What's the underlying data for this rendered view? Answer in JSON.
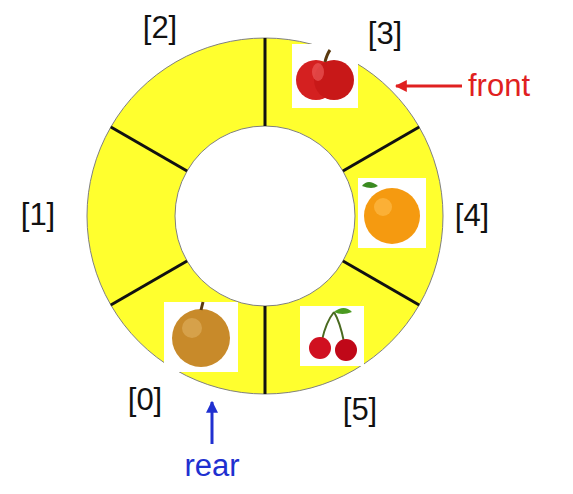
{
  "diagram": {
    "labels": [
      "[2]",
      "[3]",
      "front",
      "[1]",
      "[4]",
      "[0]",
      "[5]",
      "rear"
    ]
  }
}
